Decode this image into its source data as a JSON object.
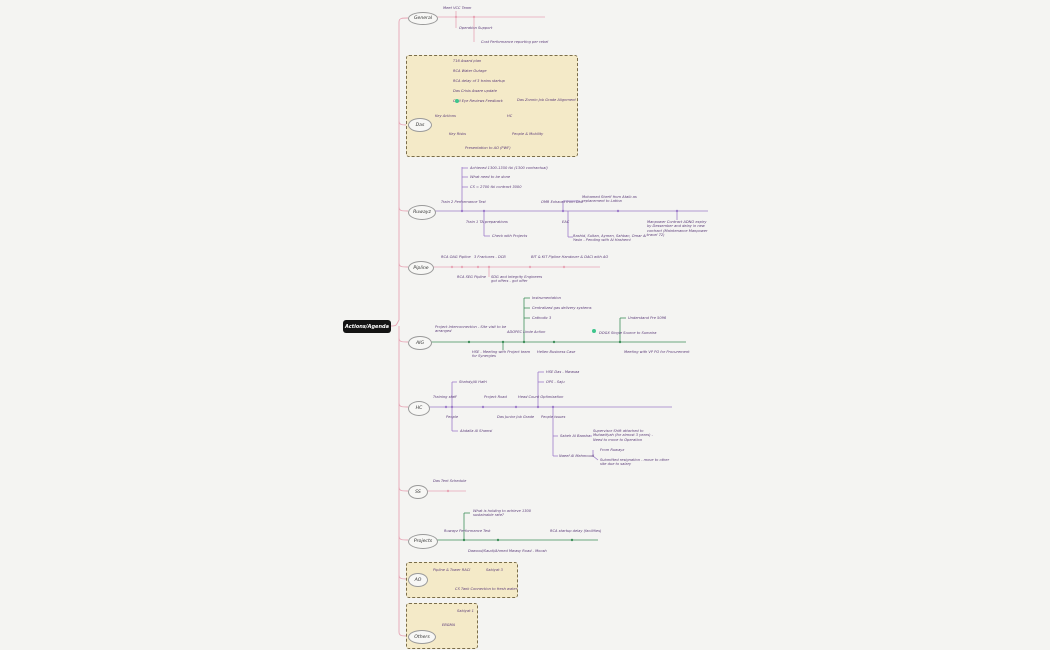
{
  "colors": {
    "pink": "#e7a6b6",
    "green": "#3f8f5a",
    "purple": "#9d7cc9",
    "check": "#3ec58c",
    "box_fill": "#f4eac8"
  },
  "central": "Actions/Agenda",
  "branches": [
    {
      "label": "General",
      "children": [
        "Meet VCC Team",
        "Operation Support",
        "Cost Performance reporting per rebel"
      ]
    },
    {
      "label": "Das",
      "children": [
        "T16 Award plan",
        "RCA Water Outage",
        "RCA delay of 3 trains startup",
        "Das Crisis Aware update",
        "Civil Eye Reviews Feedback",
        "Key Actions",
        "Das Zonnin Job Grade Alignment",
        "HC",
        "Key Risks",
        "People & Mobility",
        "Presentation to AO (PWF)"
      ]
    },
    {
      "label": "Ruwayz",
      "children": [
        "Achieved 1300-1350 tbi (1300 contractual)",
        "What need to be done",
        "CS = 2700 tbi contract 3000",
        "Train 2 Performance Test",
        "Train 1 TA preparations",
        "Check with Projects",
        "OMR Exhaust from Dab",
        "Mohamed Sherif from Ataib as replacement to Latina",
        "EAC",
        "Rashid, Sultan, Aymen, Sahban, Omar Al Yasin - Pending with Al Hashemi",
        "Manpower Contract ADNO expiry by Dessember and delay in new contract (Maintenance Manpower travel 72)"
      ]
    },
    {
      "label": "Pipline",
      "children": [
        "RCA OAG Pipline",
        "3 Fractures - DCB",
        "RCA SEG Pipline",
        "SDG and Integrity Engineers got offers - got offer",
        "BIT & KIT Pipline Handover & DACI with AO"
      ]
    },
    {
      "label": "AIG",
      "children": [
        "Instrumentation",
        "Centralized gas delivery systems",
        "Cathodic 3",
        "ADOPEC Linde Action",
        "Project Interconnection - Site visit to be arranged",
        "HSE - Meeting with Project team for Synergies",
        "Hellen Business Case",
        "Understand Pre 5096",
        "DOGX Single Source to Sumaira",
        "Meeting with VP PO for Procurement"
      ]
    },
    {
      "label": "HC",
      "children": [
        "Shahdy/Al Hafri",
        "Training staff",
        "Project Road",
        "Head Count Optimization",
        "HSE Das - Mwasaa",
        "OPS - Saju",
        "People",
        "Das Junior Job Grade",
        "People issues",
        "Abdalla Al Shamsi",
        "Sabeh Al Baasha",
        "Supervisor Shift attached to Mutawifyah (for almost 3 years) - Need to move to Operation",
        "Naeef Al Mahmoudi",
        "From Ruwayz",
        "Submitted resignation - move to other site due to salary"
      ]
    },
    {
      "label": "SS",
      "children": [
        "Das Tent Schedule"
      ]
    },
    {
      "label": "Projects",
      "children": [
        "What is holding to achieve 1300 sustainable rate?",
        "Ruwayz Performance Test",
        "RCA startup delay (facilities)",
        "Dawood/Saudi/Ahmed Mwasy Road - Moosh"
      ]
    },
    {
      "label": "AO",
      "children": [
        "Pipline & Tower RACI",
        "Sabiyat 3",
        "CS Tank Connection to fresh water"
      ]
    },
    {
      "label": "Others",
      "children": [
        "Sabiyat 1",
        "EBGMA"
      ]
    }
  ]
}
